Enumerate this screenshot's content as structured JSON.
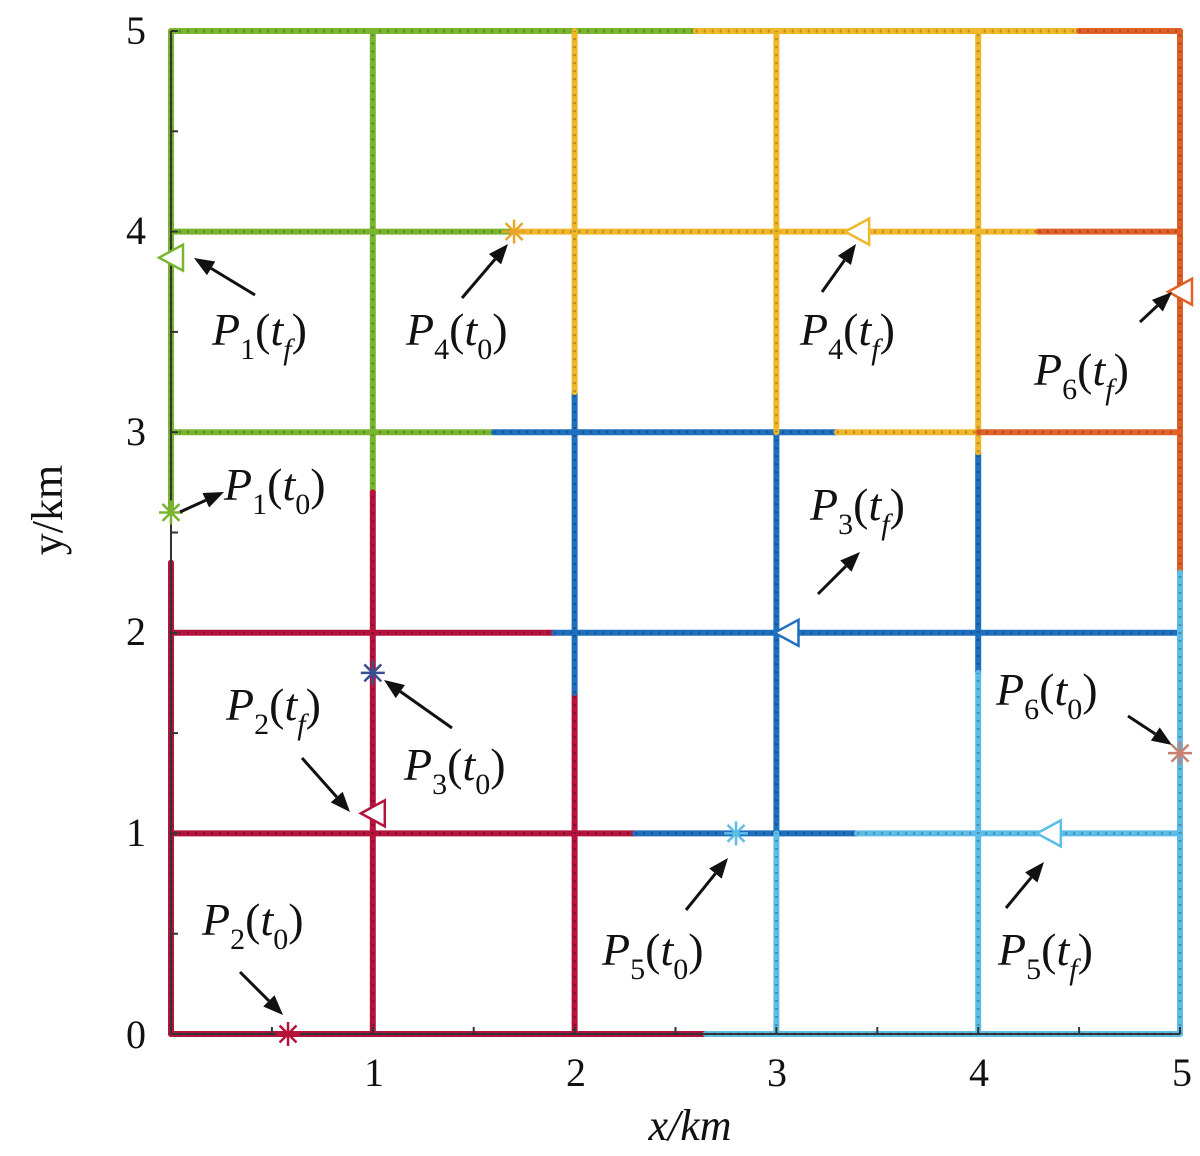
{
  "chart_data": {
    "type": "line",
    "xlabel": "x/km",
    "ylabel": "y/km",
    "xlim": [
      0,
      5
    ],
    "ylim": [
      0,
      5
    ],
    "x_ticks": [
      "1",
      "2",
      "3",
      "4",
      "5"
    ],
    "y_ticks": [
      "0",
      "1",
      "2",
      "3",
      "4",
      "5"
    ],
    "grid": true,
    "series": [
      {
        "color": "#7ab530",
        "segments": [
          [
            [
              0,
              5
            ],
            [
              2.6,
              5
            ]
          ],
          [
            [
              0,
              4
            ],
            [
              1.7,
              4
            ]
          ],
          [
            [
              0,
              3
            ],
            [
              1.6,
              3
            ]
          ],
          [
            [
              0,
              2.6
            ],
            [
              0,
              5
            ]
          ],
          [
            [
              1,
              2.7
            ],
            [
              1,
              5
            ]
          ]
        ]
      },
      {
        "color": "#b5123c",
        "segments": [
          [
            [
              0,
              0
            ],
            [
              2.65,
              0
            ]
          ],
          [
            [
              0,
              1
            ],
            [
              2.3,
              1
            ]
          ],
          [
            [
              0,
              2
            ],
            [
              1.9,
              2
            ]
          ],
          [
            [
              0,
              0
            ],
            [
              0,
              2.35
            ]
          ],
          [
            [
              1,
              0
            ],
            [
              1,
              2.7
            ]
          ],
          [
            [
              2,
              0
            ],
            [
              2,
              1.7
            ]
          ]
        ]
      },
      {
        "color": "#1f6fbf",
        "segments": [
          [
            [
              1.6,
              3
            ],
            [
              3.3,
              3
            ]
          ],
          [
            [
              1.9,
              2
            ],
            [
              5,
              2
            ]
          ],
          [
            [
              2.3,
              1
            ],
            [
              3.4,
              1
            ]
          ],
          [
            [
              2,
              1.7
            ],
            [
              2,
              3.2
            ]
          ],
          [
            [
              3,
              1
            ],
            [
              3,
              3
            ]
          ],
          [
            [
              4,
              1.8
            ],
            [
              4,
              2.9
            ]
          ]
        ]
      },
      {
        "color": "#f0b72a",
        "segments": [
          [
            [
              2.6,
              5
            ],
            [
              4.5,
              5
            ]
          ],
          [
            [
              1.7,
              4
            ],
            [
              4.3,
              4
            ]
          ],
          [
            [
              3.3,
              3
            ],
            [
              4,
              3
            ]
          ],
          [
            [
              2,
              3.2
            ],
            [
              2,
              5
            ]
          ],
          [
            [
              3,
              3
            ],
            [
              3,
              5
            ]
          ],
          [
            [
              4,
              2.9
            ],
            [
              4,
              5
            ]
          ]
        ]
      },
      {
        "color": "#e06027",
        "segments": [
          [
            [
              4.5,
              5
            ],
            [
              5,
              5
            ]
          ],
          [
            [
              4.3,
              4
            ],
            [
              5,
              4
            ]
          ],
          [
            [
              4,
              3
            ],
            [
              5,
              3
            ]
          ],
          [
            [
              5,
              2.3
            ],
            [
              5,
              5
            ]
          ]
        ]
      },
      {
        "color": "#5bbde8",
        "segments": [
          [
            [
              2.65,
              0
            ],
            [
              5,
              0
            ]
          ],
          [
            [
              3.4,
              1
            ],
            [
              5,
              1
            ]
          ],
          [
            [
              5,
              2
            ],
            [
              5,
              2
            ]
          ],
          [
            [
              3,
              0
            ],
            [
              3,
              1
            ]
          ],
          [
            [
              4,
              0
            ],
            [
              4,
              1.8
            ]
          ],
          [
            [
              5,
              0
            ],
            [
              5,
              2.3
            ]
          ]
        ]
      }
    ],
    "points": [
      {
        "name": "P1_t0",
        "marker": "star",
        "x": 0,
        "y": 2.6,
        "color": "#7ab530"
      },
      {
        "name": "P1_tf",
        "marker": "triangle",
        "x": 0,
        "y": 3.87,
        "color": "#7ab530"
      },
      {
        "name": "P2_t0",
        "marker": "star",
        "x": 0.58,
        "y": 0,
        "color": "#b5123c"
      },
      {
        "name": "P2_tf",
        "marker": "triangle",
        "x": 1,
        "y": 1.1,
        "color": "#b5123c"
      },
      {
        "name": "P3_t0",
        "marker": "star",
        "x": 1,
        "y": 1.8,
        "color": "#3a4f8f"
      },
      {
        "name": "P3_tf",
        "marker": "triangle",
        "x": 3.05,
        "y": 2,
        "color": "#1f6fbf"
      },
      {
        "name": "P4_t0",
        "marker": "star",
        "x": 1.7,
        "y": 4,
        "color": "#e8a52a"
      },
      {
        "name": "P4_tf",
        "marker": "triangle",
        "x": 3.4,
        "y": 4,
        "color": "#f0b72a"
      },
      {
        "name": "P5_t0",
        "marker": "star",
        "x": 2.8,
        "y": 1,
        "color": "#5bbde8"
      },
      {
        "name": "P5_tf",
        "marker": "triangle",
        "x": 4.35,
        "y": 1,
        "color": "#5bbde8"
      },
      {
        "name": "P6_t0",
        "marker": "star",
        "x": 5,
        "y": 1.4,
        "color": "#c98070"
      },
      {
        "name": "P6_tf",
        "marker": "triangle",
        "x": 5,
        "y": 3.7,
        "color": "#e06027"
      }
    ],
    "annotations": [
      {
        "id": "a1",
        "P": "P",
        "sub": "1",
        "arg": "t",
        "argsub": "f"
      },
      {
        "id": "a2",
        "P": "P",
        "sub": "4",
        "arg": "t",
        "argsub": "0"
      },
      {
        "id": "a3",
        "P": "P",
        "sub": "4",
        "arg": "t",
        "argsub": "f"
      },
      {
        "id": "a4",
        "P": "P",
        "sub": "6",
        "arg": "t",
        "argsub": "f"
      },
      {
        "id": "a5",
        "P": "P",
        "sub": "1",
        "arg": "t",
        "argsub": "0"
      },
      {
        "id": "a6",
        "P": "P",
        "sub": "3",
        "arg": "t",
        "argsub": "f"
      },
      {
        "id": "a7",
        "P": "P",
        "sub": "2",
        "arg": "t",
        "argsub": "f"
      },
      {
        "id": "a8",
        "P": "P",
        "sub": "3",
        "arg": "t",
        "argsub": "0"
      },
      {
        "id": "a9",
        "P": "P",
        "sub": "6",
        "arg": "t",
        "argsub": "0"
      },
      {
        "id": "a10",
        "P": "P",
        "sub": "2",
        "arg": "t",
        "argsub": "0"
      },
      {
        "id": "a11",
        "P": "P",
        "sub": "5",
        "arg": "t",
        "argsub": "0"
      },
      {
        "id": "a12",
        "P": "P",
        "sub": "5",
        "arg": "t",
        "argsub": "f"
      }
    ]
  }
}
